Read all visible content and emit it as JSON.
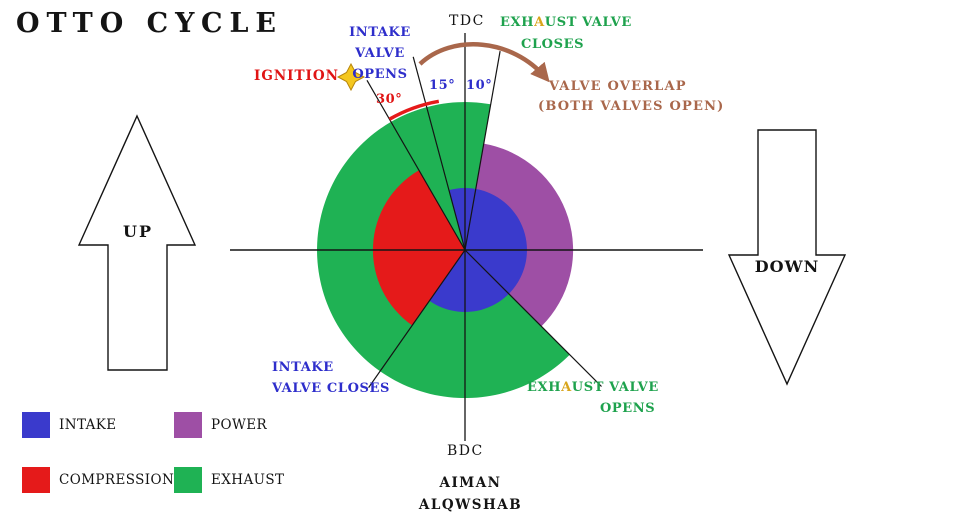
{
  "title": "OTTO CYCLE",
  "colors": {
    "intake_blue": "#3a3acc",
    "power_purple": "#9e4fa5",
    "compression_red": "#e51a1a",
    "exhaust_green": "#1fb254",
    "overlap_brown": "#a9674b",
    "ignition_star_gold": "#f4c71f",
    "text_blue": "#2e2ecb",
    "text_green": "#1ea24d",
    "text_red": "#e01414"
  },
  "labels": {
    "tdc": "TDC",
    "bdc": "BDC",
    "up": "UP",
    "down": "DOWN",
    "ignition": "IGNITION",
    "deg_ignition": "30°",
    "deg_intake_open": "15°",
    "deg_exhaust_close": "10°",
    "intake_valve_opens": {
      "line1": "INTAKE",
      "line2": "VALVE",
      "line3": "OPENS"
    },
    "exhaust_valve_closes": {
      "p1": "EXH",
      "p2": "A",
      "p3": "UST VALVE",
      "line2": "CLOSES"
    },
    "valve_overlap": {
      "line1": "VALVE OVERLAP",
      "line2": "(BOTH VALVES OPEN)"
    },
    "intake_valve_closes": {
      "line1": "INTAKE",
      "line2": "VALVE CLOSES"
    },
    "exhaust_valve_opens": {
      "p1": "EXH",
      "p2": "A",
      "p3": "UST VALVE",
      "line2": "OPENS"
    }
  },
  "legend": [
    {
      "label": "INTAKE",
      "color": "#3a3acc"
    },
    {
      "label": "POWER",
      "color": "#9e4fa5"
    },
    {
      "label": "COMPRESSION",
      "color": "#e51a1a"
    },
    {
      "label": "EXHAUST",
      "color": "#1fb254"
    }
  ],
  "credit": {
    "line1": "AIMAN",
    "line2": "ALQWSHAB"
  }
}
